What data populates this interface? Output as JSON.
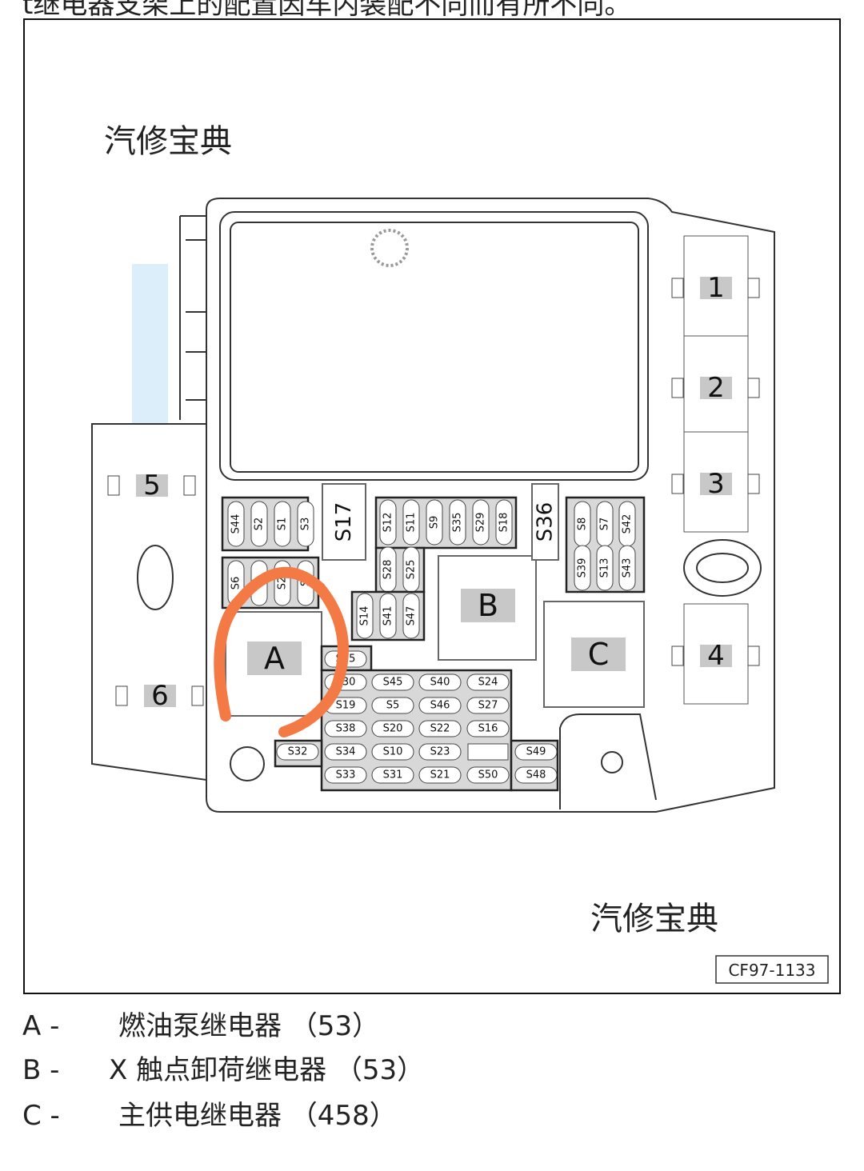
{
  "header_text": "t继电器支架上的配置因车内装配不同而有所不同。",
  "watermark_text": "汽修宝典",
  "figure_code": "CF97-1133",
  "colors": {
    "annotation_circle": "#f47a45",
    "watermark_blue": "#bfe0f5",
    "label_bg": "#c8c8c8",
    "fuse_block": "#d8d8d8"
  },
  "relay_slots": [
    "1",
    "2",
    "3",
    "4",
    "5",
    "6"
  ],
  "relays": [
    "A",
    "B",
    "C"
  ],
  "large_fuses": [
    "S17",
    "S36"
  ],
  "fuse_groups": {
    "top_left": [
      "S44",
      "S2",
      "S1",
      "S3"
    ],
    "left_second": [
      "S6",
      "S",
      "S2",
      "S"
    ],
    "top_middle": [
      "S12",
      "S11",
      "S9",
      "S35",
      "S29",
      "S18"
    ],
    "middle_second": [
      "S28",
      "S25"
    ],
    "middle_third": [
      "S14",
      "S41",
      "S47"
    ],
    "top_right": [
      "S8",
      "S7",
      "S42",
      "S39",
      "S13",
      "S43"
    ],
    "bottom_grid": [
      [
        "",
        "S15",
        "",
        "",
        "",
        "",
        ""
      ],
      [
        "",
        "S30",
        "S45",
        "S40",
        "S24",
        ""
      ],
      [
        "",
        "S19",
        "S5",
        "S46",
        "S27",
        ""
      ],
      [
        "",
        "S38",
        "S20",
        "S22",
        "S16",
        ""
      ],
      [
        "S32",
        "S34",
        "S10",
        "S23",
        "",
        "S49"
      ],
      [
        "",
        "S33",
        "S31",
        "S21",
        "S50",
        "S48"
      ]
    ]
  },
  "legend": [
    {
      "letter": "A -",
      "text": "燃油泵继电器 （53）"
    },
    {
      "letter": "B -",
      "text": "X 触点卸荷继电器 （53）"
    },
    {
      "letter": "C -",
      "text": "主供电继电器 （458）"
    }
  ]
}
